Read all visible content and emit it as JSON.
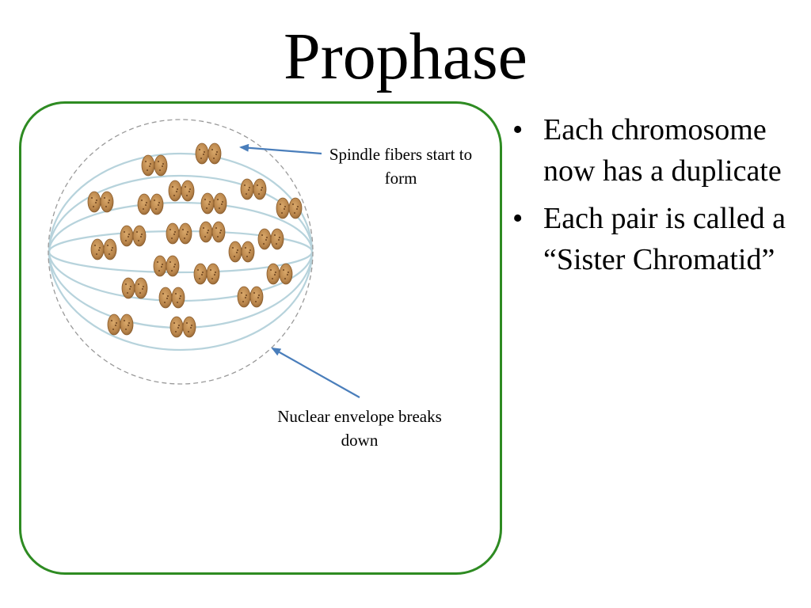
{
  "slide": {
    "title": "Prophase"
  },
  "diagram": {
    "frame_color": "#2e8b22",
    "arrow_color": "#4a7ebb",
    "spindle_color": "#b7d3dc",
    "envelope_color": "#9a9a9a",
    "chromosome_color": "#b8844a",
    "labels": {
      "spindle": "Spindle fibers start to form",
      "envelope": "Nuclear envelope breaks down"
    }
  },
  "bullets": [
    {
      "text": "Each chromosome now has a duplicate"
    },
    {
      "text": "Each pair is called a “Sister Chromatid”"
    }
  ],
  "icons": {
    "bullet": "•"
  }
}
